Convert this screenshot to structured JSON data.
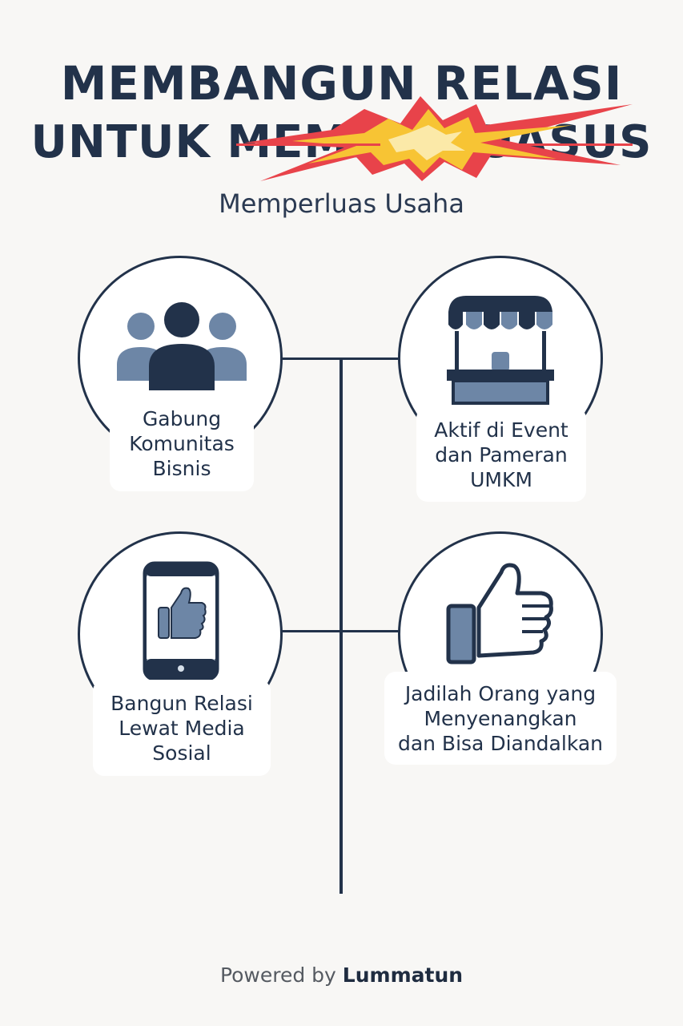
{
  "header": {
    "title_line1": "MEMBANGUN RELASI",
    "title_line2": "UNTUK MEMPERLUASUS",
    "subtitle": "Memperluas Usaha"
  },
  "items": [
    {
      "label": "Gabung\nKomunitas\nBisnis",
      "icon": "people-group-icon"
    },
    {
      "label": "Aktif di Event\ndan Pameran\nUMKM",
      "icon": "market-stall-icon"
    },
    {
      "label": "Bangun Relasi\nLewat Media\nSosial",
      "icon": "phone-like-icon"
    },
    {
      "label": "Jadilah Orang yang\nMenyenangkan\ndan Bisa Diandalkan",
      "icon": "thumbs-up-icon"
    }
  ],
  "footer": {
    "powered_text": "Powered by",
    "brand": "Lummatun"
  },
  "colors": {
    "navy": "#22324a",
    "slate": "#6d86a6",
    "background": "#f8f7f5",
    "burst_red": "#e8434a",
    "burst_yellow": "#f7c434"
  }
}
